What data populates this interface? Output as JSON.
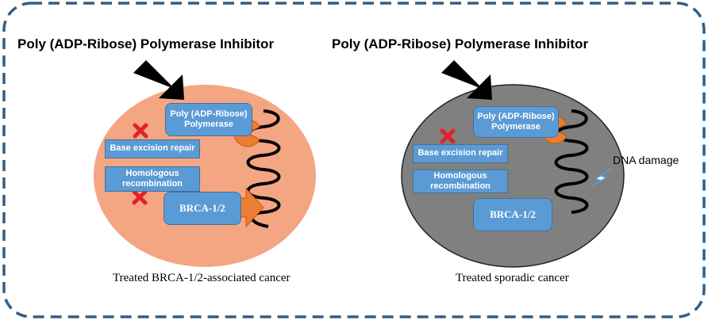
{
  "left_panel": {
    "heading": "Poly (ADP-Ribose) Polymerase Inhibitor",
    "parp_line1": "Poly (ADP-Ribose)",
    "parp_line2": "Polymerase",
    "ber": "Base excision repair",
    "hr_line1": "Homologous",
    "hr_line2": "recombination",
    "brca": "BRCA-1/2",
    "caption": "Treated BRCA-1/2-associated cancer",
    "cell_color": "#f4a582"
  },
  "right_panel": {
    "heading": "Poly (ADP-Ribose) Polymerase Inhibitor",
    "parp_line1": "Poly (ADP-Ribose)",
    "parp_line2": "Polymerase",
    "ber": "Base excision repair",
    "hr_line1": "Homologous",
    "hr_line2": "recombination",
    "brca": "BRCA-1/2",
    "dna_damage": "DNA damage",
    "caption": "Treated sporadic cancer",
    "cell_color": "#808080"
  },
  "colors": {
    "frame": "#2e5f8a",
    "box": "#5b9bd5",
    "pacman": "#ed7d31",
    "cross": "#e3202a"
  }
}
